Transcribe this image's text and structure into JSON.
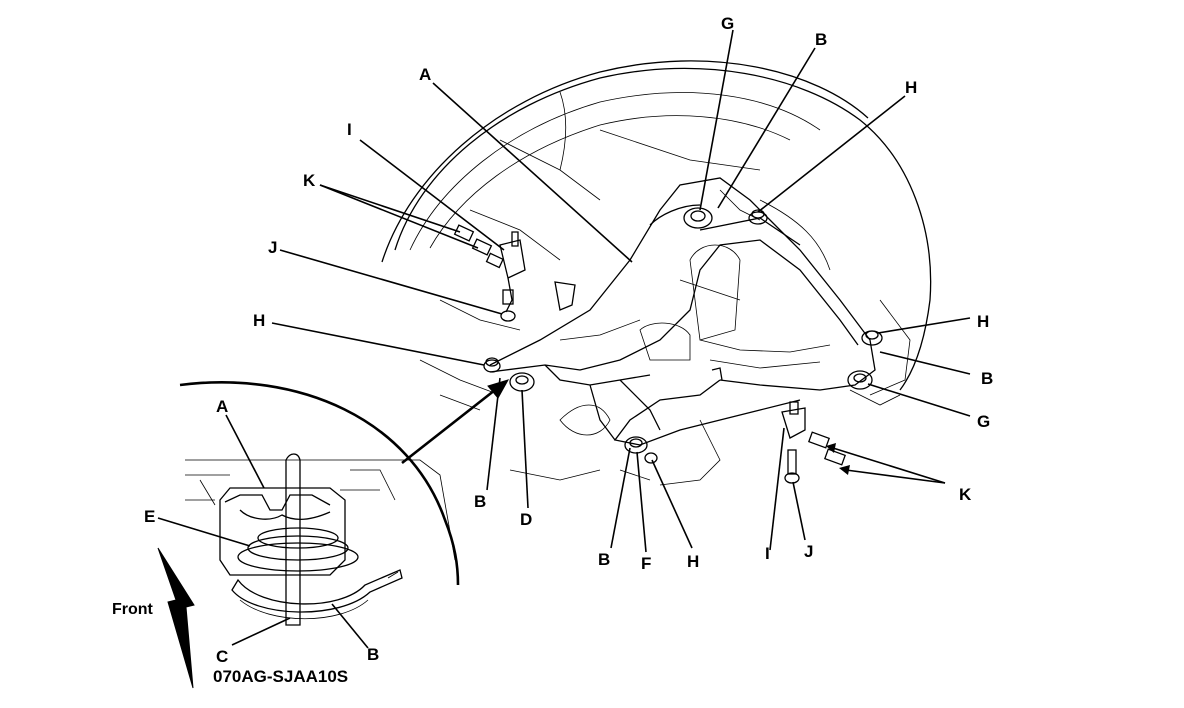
{
  "figure_code": "070AG-SJAA10S",
  "front_label": "Front",
  "callouts": {
    "a_top": "A",
    "b_top": "B",
    "g_top": "G",
    "h_top": "H",
    "i_left": "I",
    "k_left": "K",
    "j_left": "J",
    "h_left": "H",
    "b_lower_left": "B",
    "d": "D",
    "b_mid": "B",
    "f": "F",
    "h_mid": "H",
    "i_right": "I",
    "j_right": "J",
    "k_right": "K",
    "h_right": "H",
    "b_right": "B",
    "g_right": "G",
    "a_inset": "A",
    "e_inset": "E",
    "c_inset": "C",
    "b_inset": "B"
  }
}
